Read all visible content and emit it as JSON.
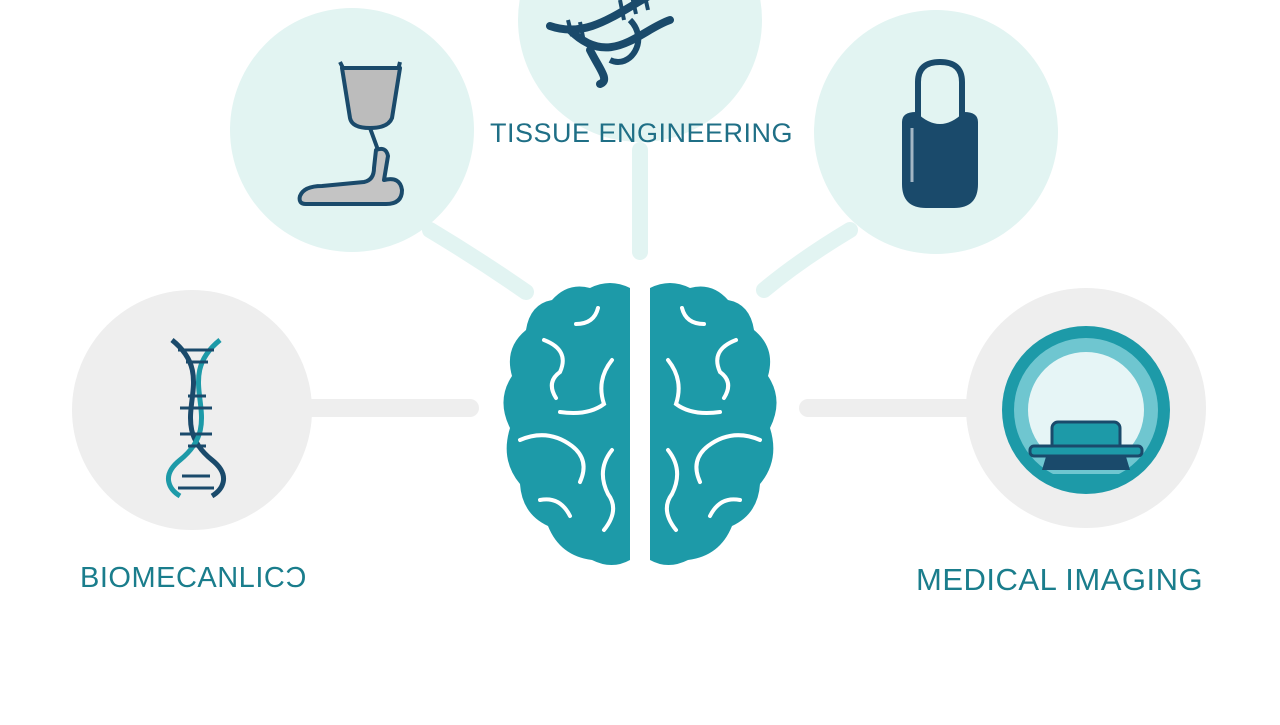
{
  "diagram": {
    "center": {
      "icon": "brain-icon"
    },
    "nodes": [
      {
        "id": "tissue",
        "label": "TISSUE ENGINEERING",
        "icon": "dna-helix-icon"
      },
      {
        "id": "prosthetic",
        "label": "",
        "icon": "prosthetic-leg-icon"
      },
      {
        "id": "implant",
        "label": "",
        "icon": "implant-pouch-icon"
      },
      {
        "id": "biomechanics",
        "label": "BIOMECANLICƆ",
        "icon": "dna-helix-icon"
      },
      {
        "id": "imaging",
        "label": "MEDICAL IMAGING",
        "icon": "mri-scanner-icon"
      }
    ],
    "colors": {
      "accent": "#1d9aa8",
      "dark": "#1a4a6b",
      "bubble_teal": "#e2f4f2",
      "bubble_grey": "#eeeeee",
      "label": "#1a7d8c"
    }
  }
}
